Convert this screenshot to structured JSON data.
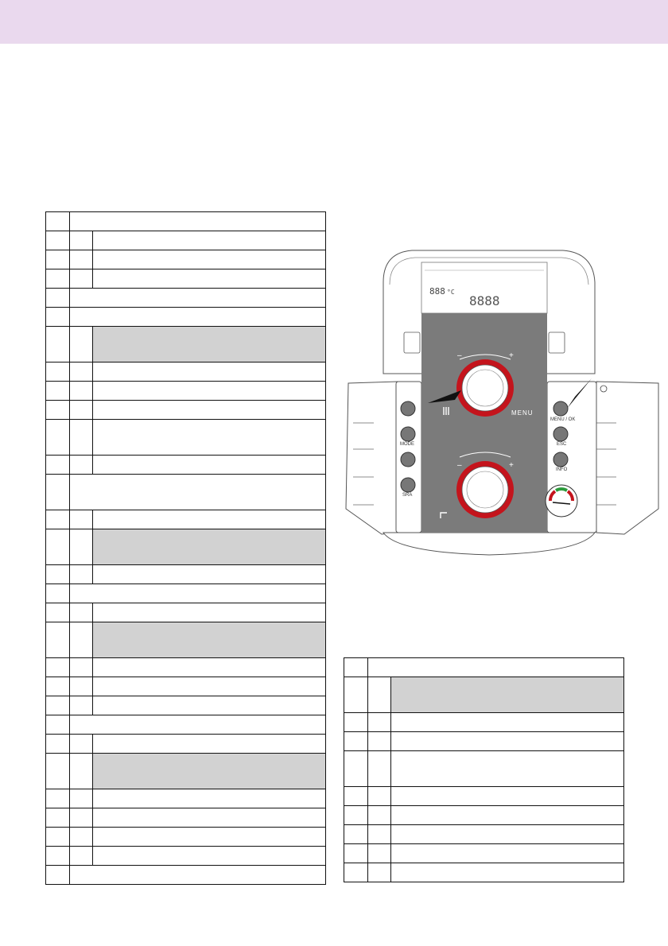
{
  "header": {
    "background_color": "#ead9ee"
  },
  "left_table": {
    "row_heights": [
      24,
      24,
      24,
      24,
      24,
      24,
      45,
      24,
      24,
      24,
      45,
      24,
      45,
      24,
      45,
      24,
      24,
      24,
      45,
      24,
      24,
      24,
      24,
      24,
      45,
      24,
      24,
      24,
      24,
      24
    ],
    "row_types": [
      "wide",
      "sub",
      "sub",
      "sub",
      "wide",
      "wide",
      "subgray",
      "sub",
      "sub",
      "sub",
      "sub",
      "sub",
      "wide",
      "sub",
      "subgray",
      "sub",
      "wide",
      "sub",
      "subgray",
      "sub",
      "sub",
      "sub",
      "wide",
      "sub",
      "subgray",
      "sub",
      "sub",
      "sub",
      "sub",
      "wide"
    ]
  },
  "right_table": {
    "row_heights": [
      24,
      45,
      24,
      24,
      45,
      24,
      24,
      24,
      24,
      24
    ],
    "row_types": [
      "wide",
      "subgray",
      "sub",
      "sub",
      "sub",
      "sub",
      "sub",
      "sub",
      "sub",
      "sub"
    ]
  },
  "control_panel": {
    "buttons": {
      "mode": "MODE",
      "menu_ok": "MENU / OK",
      "esc": "ESC",
      "info": "INFO",
      "sra": "SRA"
    },
    "menu_label": "MENU",
    "display_digits": "8888",
    "display_small_digits": "888",
    "display_unit": "°C",
    "knob_minus": "–",
    "knob_plus": "+",
    "colors": {
      "knob_ring": "#c4141c",
      "panel_gray": "#7b7b7b",
      "gauge_green": "#2a9a3a",
      "gauge_red": "#c4141c"
    }
  }
}
